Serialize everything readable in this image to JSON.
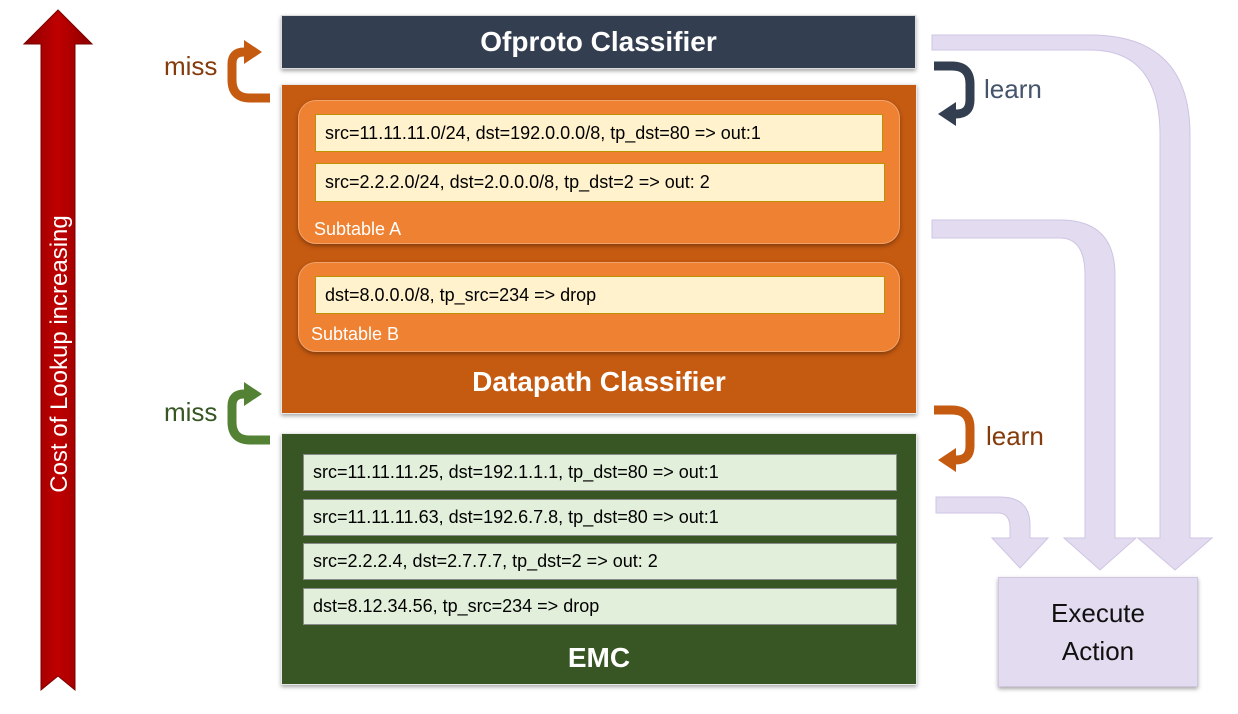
{
  "side_label": "Cost of Lookup increasing",
  "ofproto": {
    "title": "Ofproto Classifier"
  },
  "datapath": {
    "title": "Datapath Classifier",
    "subtable_a": {
      "label": "Subtable A",
      "rules": [
        "src=11.11.11.0/24, dst=192.0.0.0/8, tp_dst=80 => out:1",
        "src=2.2.2.0/24, dst=2.0.0.0/8, tp_dst=2 => out: 2"
      ]
    },
    "subtable_b": {
      "label": "Subtable B",
      "rules": [
        "dst=8.0.0.0/8, tp_src=234 => drop"
      ]
    }
  },
  "emc": {
    "title": "EMC",
    "rules": [
      "src=11.11.11.25, dst=192.1.1.1, tp_dst=80 => out:1",
      "src=11.11.11.63, dst=192.6.7.8, tp_dst=80 => out:1",
      "src=2.2.2.4, dst=2.7.7.7, tp_dst=2 => out: 2",
      "dst=8.12.34.56, tp_src=234 => drop"
    ]
  },
  "execute": {
    "line1": "Execute",
    "line2": "Action"
  },
  "labels": {
    "miss_top": "miss",
    "miss_bottom": "miss",
    "learn_top": "learn",
    "learn_bottom": "learn"
  },
  "colors": {
    "ofproto": "#333f50",
    "datapath": "#c55a11",
    "subtable": "#ee8132",
    "emc": "#375623",
    "execute": "#e3dbf0",
    "arrow_red": "#c00000",
    "flow_lavender": "#e3dbf0"
  }
}
